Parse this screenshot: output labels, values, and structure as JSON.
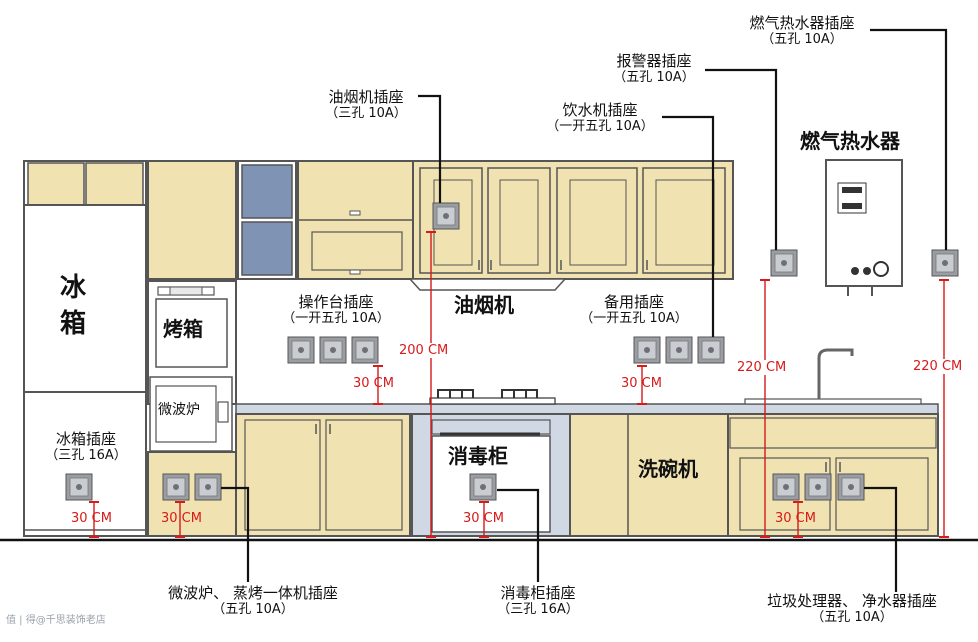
{
  "appliances": {
    "fridge": "冰\n箱",
    "oven": "烤箱",
    "microwave": "微波炉",
    "range_hood": "油烟机",
    "disinfection_cabinet": "消毒柜",
    "dishwasher": "洗碗机",
    "gas_water_heater": "燃气热水器"
  },
  "sockets": {
    "gas_heater": {
      "name": "燃气热水器插座",
      "spec": "（五孔 10A）"
    },
    "alarm": {
      "name": "报警器插座",
      "spec": "（五孔 10A）"
    },
    "water_dispenser": {
      "name": "饮水机插座",
      "spec": "（一开五孔 10A）"
    },
    "range_hood": {
      "name": "油烟机插座",
      "spec": "（三孔 10A）"
    },
    "countertop": {
      "name": "操作台插座",
      "spec": "（一开五孔 10A）"
    },
    "spare": {
      "name": "备用插座",
      "spec": "（一开五孔 10A）"
    },
    "fridge": {
      "name": "冰箱插座",
      "spec": "（三孔 16A）"
    },
    "microwave_steam_oven": {
      "name": "微波炉、 蒸烤一体机插座",
      "spec": "（五孔 10A）"
    },
    "disinfection": {
      "name": "消毒柜插座",
      "spec": "（三孔 16A）"
    },
    "disposer_purifier": {
      "name": "垃圾处理器、 净水器插座",
      "spec": "（五孔 10A）"
    }
  },
  "dimensions": {
    "hood_height": "200 CM",
    "heater_height_left": "220 CM",
    "heater_height_right": "220 CM",
    "counter_left": "30 CM",
    "counter_right": "30 CM",
    "fridge_low": "30 CM",
    "microwave_low": "30 CM",
    "disinfection_low": "30 CM",
    "sink_low": "30 CM"
  },
  "watermark": "值 | 得@千思装饰老店",
  "colors": {
    "cabinet": "#f1e3b1",
    "outline": "#555555",
    "glass": "#7f94b4",
    "accent_red": "#d71a1a",
    "leader": "#111111"
  }
}
